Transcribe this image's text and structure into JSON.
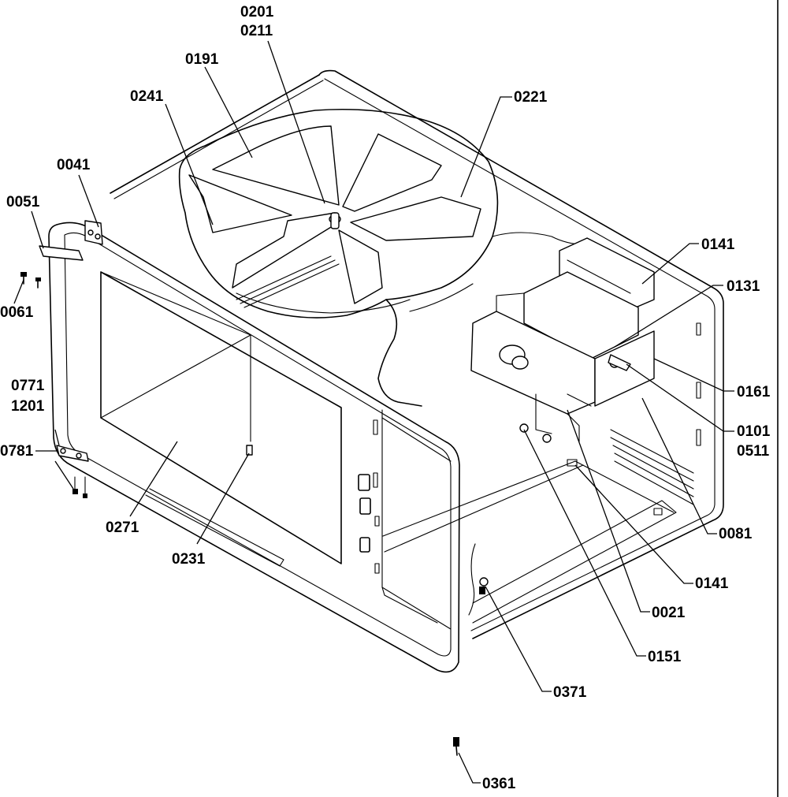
{
  "diagram": {
    "type": "exploded-parts-view",
    "part_labels": [
      {
        "id": "l0201",
        "text": "0201"
      },
      {
        "id": "l0211",
        "text": "0211"
      },
      {
        "id": "l0191",
        "text": "0191"
      },
      {
        "id": "l0241",
        "text": "0241"
      },
      {
        "id": "l0221",
        "text": "0221"
      },
      {
        "id": "l0041",
        "text": "0041"
      },
      {
        "id": "l0051",
        "text": "0051"
      },
      {
        "id": "l0061",
        "text": "0061"
      },
      {
        "id": "l0141a",
        "text": "0141"
      },
      {
        "id": "l0131",
        "text": "0131"
      },
      {
        "id": "l0161",
        "text": "0161"
      },
      {
        "id": "l0101",
        "text": "0101"
      },
      {
        "id": "l0511",
        "text": "0511"
      },
      {
        "id": "l0771",
        "text": "0771"
      },
      {
        "id": "l1201",
        "text": "1201"
      },
      {
        "id": "l0781",
        "text": "0781"
      },
      {
        "id": "l0271",
        "text": "0271"
      },
      {
        "id": "l0231",
        "text": "0231"
      },
      {
        "id": "l0081",
        "text": "0081"
      },
      {
        "id": "l0141b",
        "text": "0141"
      },
      {
        "id": "l0021",
        "text": "0021"
      },
      {
        "id": "l0151",
        "text": "0151"
      },
      {
        "id": "l0371",
        "text": "0371"
      },
      {
        "id": "l0361",
        "text": "0361"
      }
    ]
  }
}
